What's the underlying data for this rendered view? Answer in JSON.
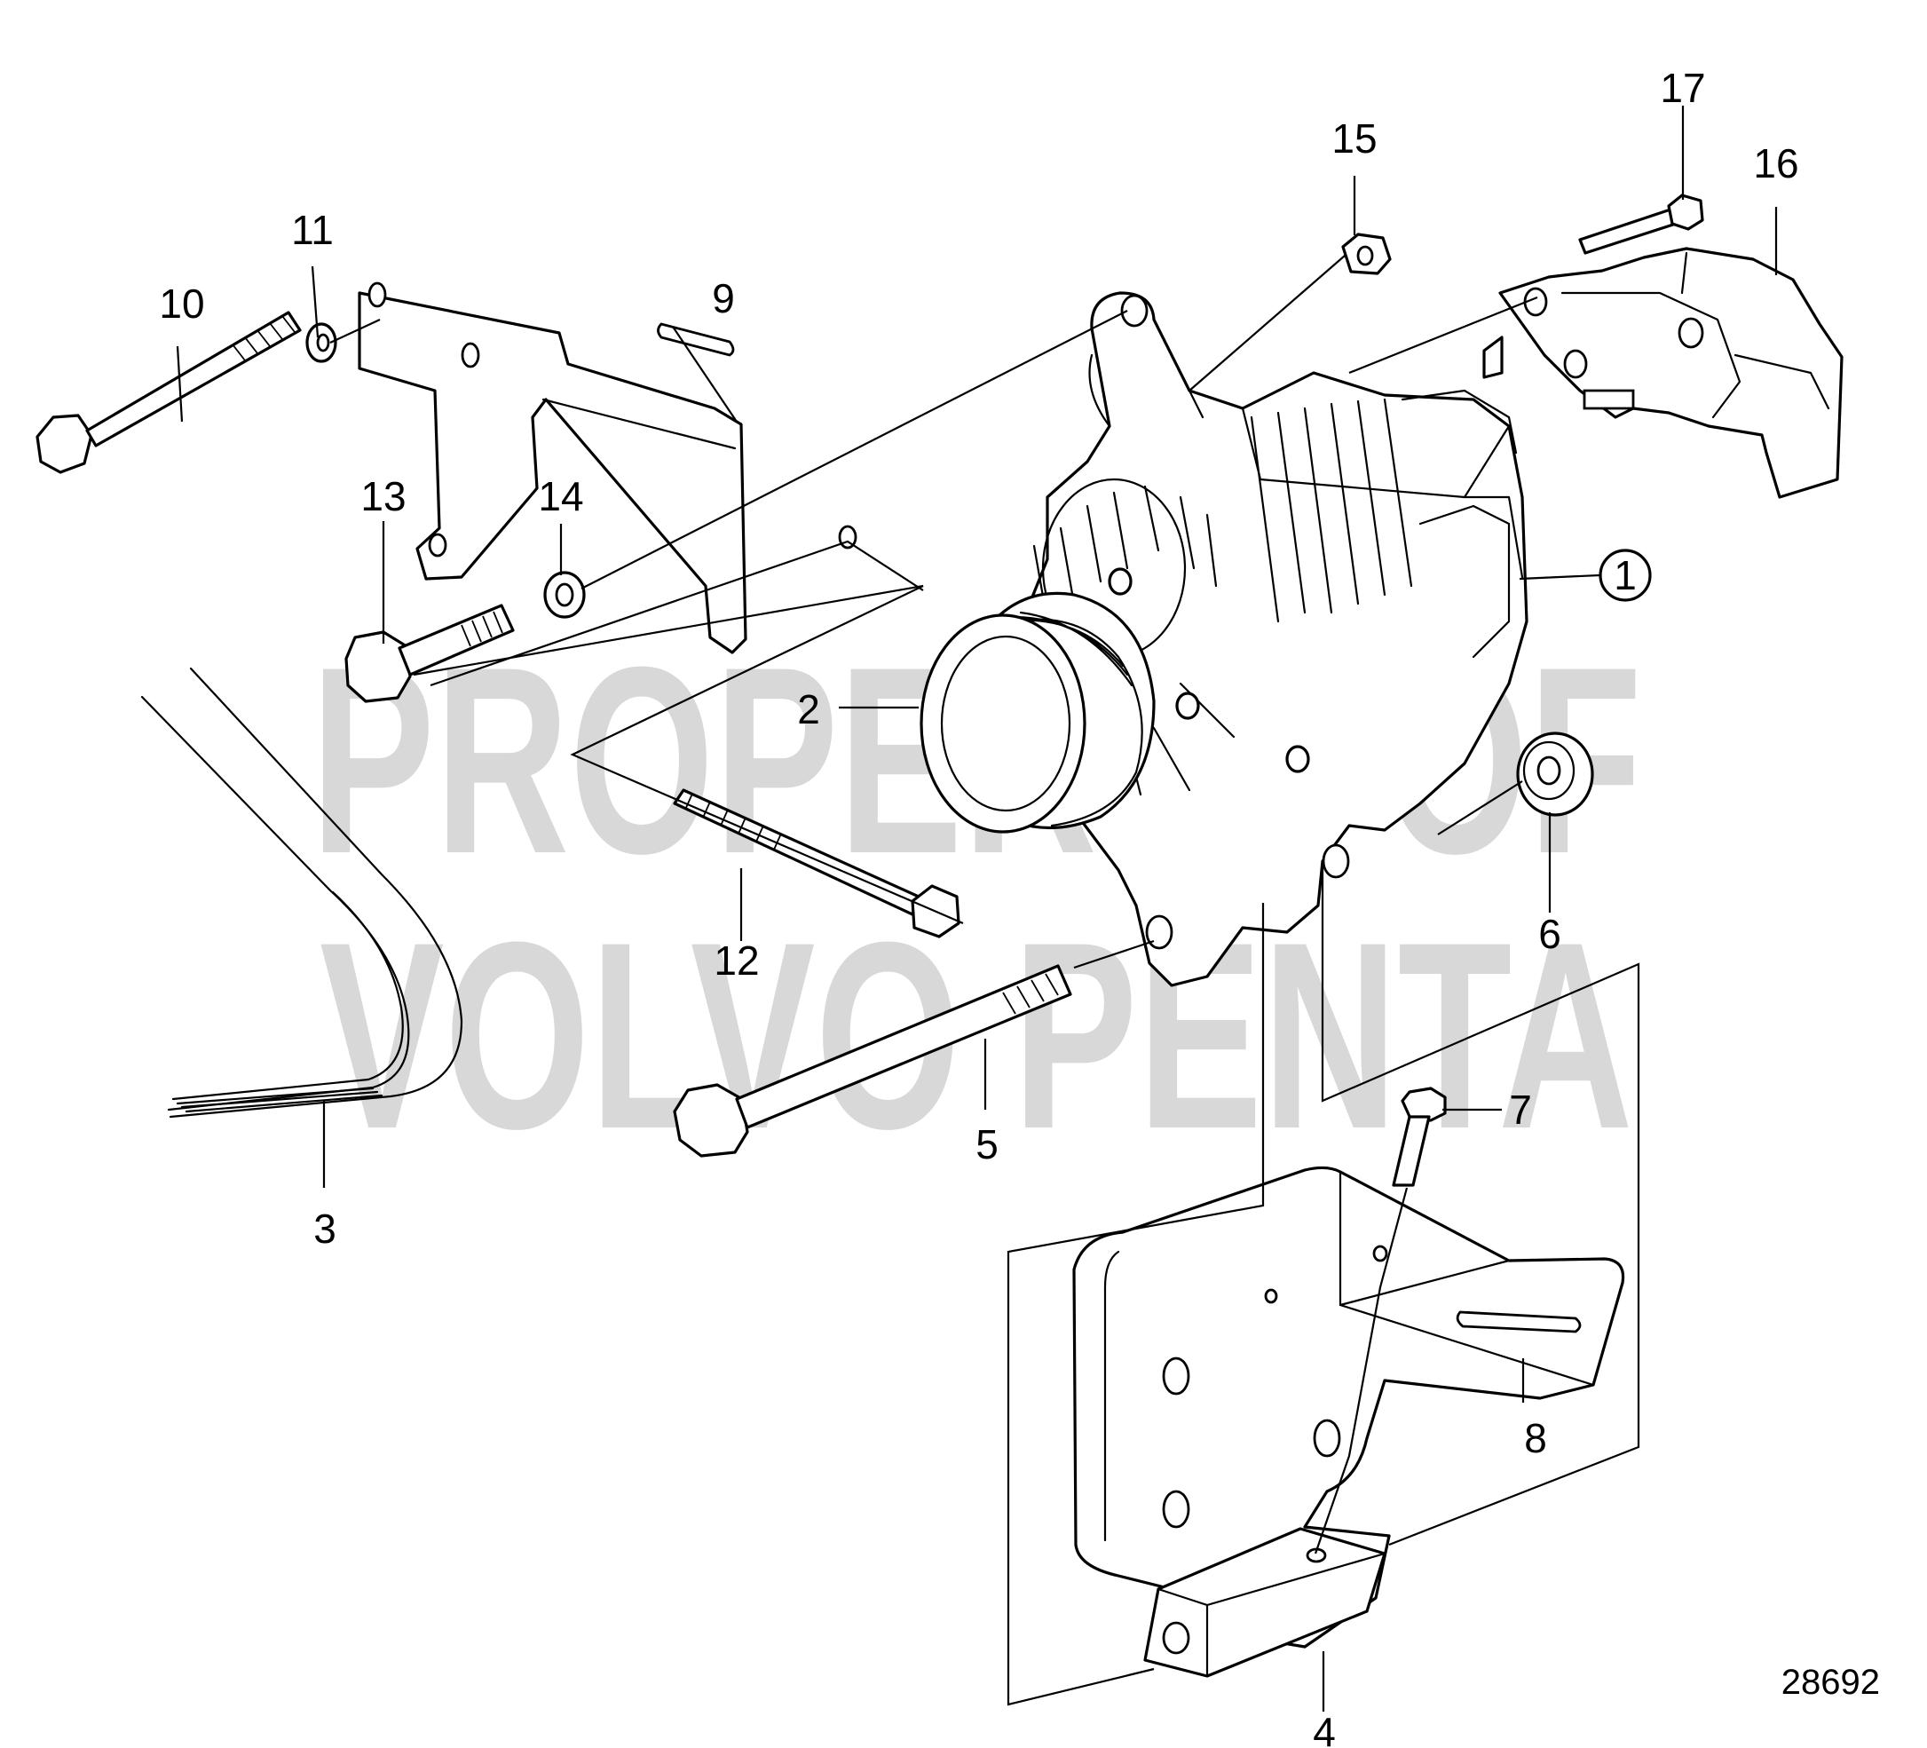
{
  "watermark": {
    "line1": "PROPERTY OF",
    "line2": "VOLVO PENTA"
  },
  "figure_number": "28692",
  "callouts": {
    "c1": "1",
    "c2": "2",
    "c3": "3",
    "c4": "4",
    "c5": "5",
    "c6": "6",
    "c7": "7",
    "c8": "8",
    "c9": "9",
    "c10": "10",
    "c11": "11",
    "c12": "12",
    "c13": "13",
    "c14": "14",
    "c15": "15",
    "c16": "16",
    "c17": "17"
  }
}
